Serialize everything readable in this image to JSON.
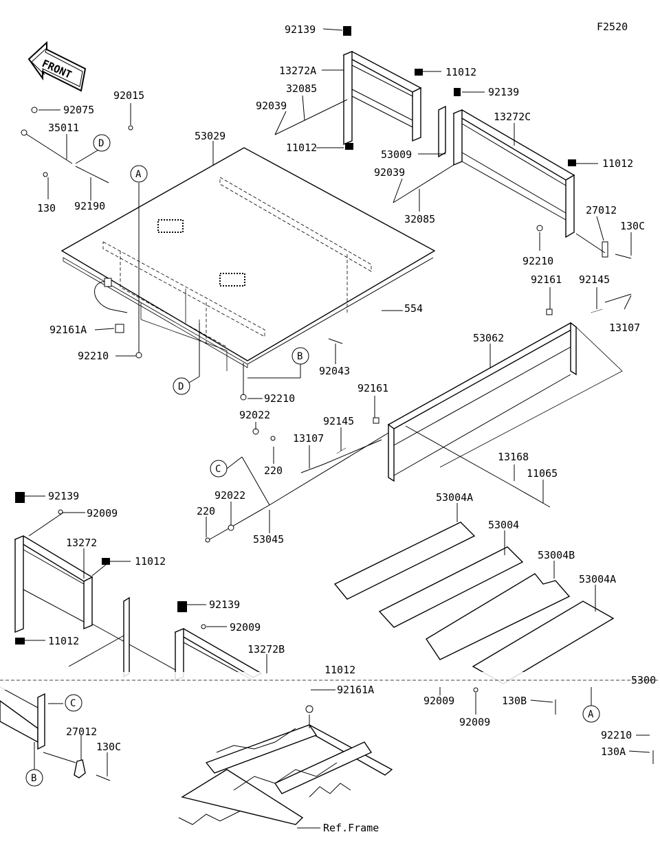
{
  "figure_code": "F2520",
  "front_label": "FRONT",
  "frame_label": "Ref.Frame",
  "callouts": {
    "A": "A",
    "B": "B",
    "C": "C",
    "D": "D"
  },
  "parts": {
    "p92139a": "92139",
    "p13272A": "13272A",
    "p11012a": "11012",
    "p32085a": "32085",
    "p92039a": "92039",
    "p11012b": "11012",
    "p92139b": "92139",
    "p13272C": "13272C",
    "p53009": "53009",
    "p92039b": "92039",
    "p11012c": "11012",
    "p32085b": "32085",
    "p27012a": "27012",
    "p130Ca": "130C",
    "p92210a": "92210",
    "p92075": "92075",
    "p92015": "92015",
    "p35011": "35011",
    "p53029": "53029",
    "p130": "130",
    "p92190": "92190",
    "p554": "554",
    "p92161A": "92161A",
    "p92210b": "92210",
    "p92043": "92043",
    "p92210c": "92210",
    "p92161a": "92161",
    "p92145a": "92145",
    "p13107a": "13107",
    "p53062": "53062",
    "p92161b": "92161",
    "p92022a": "92022",
    "p92145b": "92145",
    "p13107b": "13107",
    "p220a": "220",
    "p13168": "13168",
    "p11065": "11065",
    "p92022b": "92022",
    "p220b": "220",
    "p53045": "53045",
    "p53004Aa": "53004A",
    "p53004": "53004",
    "p53004B": "53004B",
    "p53004Ab": "53004A",
    "p92139c": "92139",
    "p92009a": "92009",
    "p13272": "13272",
    "p11012d": "11012",
    "p11012e": "11012",
    "p92139d": "92139",
    "p92009b": "92009",
    "p13272B": "13272B",
    "p11012f": "11012",
    "p92161Ab": "92161A",
    "p92009c": "92009",
    "p130B": "130B",
    "p92009d": "92009",
    "p27012b": "27012",
    "p130Cb": "130C",
    "p92210d": "92210",
    "p130A": "130A",
    "p5300x": "5300"
  }
}
